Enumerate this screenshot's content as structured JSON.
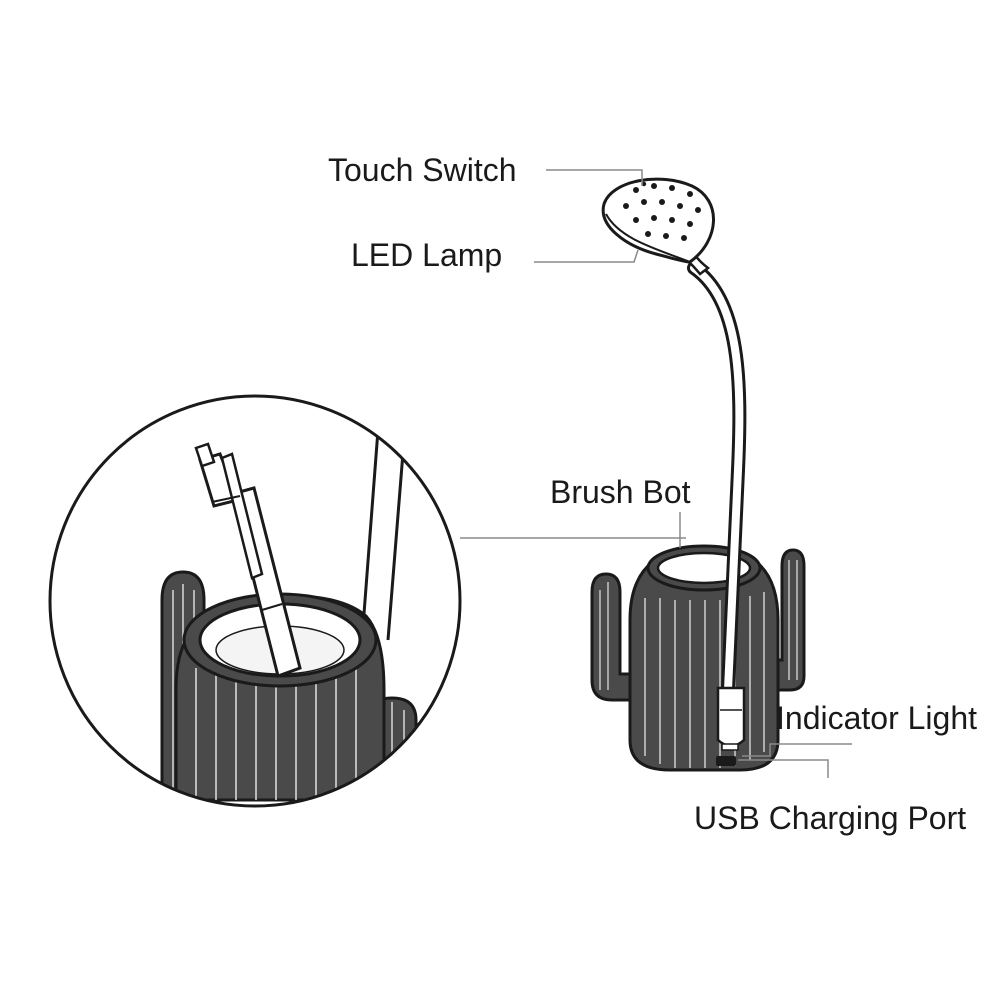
{
  "labels": {
    "touch_switch": "Touch Switch",
    "led_lamp": "LED Lamp",
    "brush_bot": "Brush Bot",
    "indicator_light": "Indicator Light",
    "usb_charging_port": "USB Charging Port"
  },
  "colors": {
    "line": "#1a1a1a",
    "leader": "#8a8a8a",
    "body_fill": "#4a4a4a",
    "ridge": "#e0e0e0",
    "background": "#ffffff"
  },
  "icons": {
    "lamp": "led-lamp-head-icon",
    "pot": "cactus-pen-holder-icon",
    "pen": "pen-icon"
  }
}
